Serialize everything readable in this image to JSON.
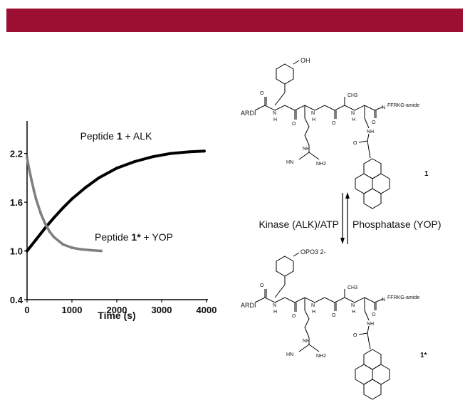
{
  "header_bar_color": "#9b0f33",
  "chart_data": {
    "type": "line",
    "xlabel": "Time (s)",
    "ylabel": "",
    "xlim": [
      0,
      4000
    ],
    "ylim": [
      0.4,
      2.6
    ],
    "x_ticks": [
      0,
      1000,
      2000,
      3000,
      4000
    ],
    "x_tick_labels": [
      "0",
      "1000",
      "2000",
      "3000",
      "4000"
    ],
    "y_ticks": [
      0.4,
      1.0,
      1.6,
      2.2
    ],
    "y_tick_labels": [
      "0.4",
      "1.0",
      "1.6",
      "2.2"
    ],
    "series": [
      {
        "name": "Peptide 1 + ALK",
        "name_prefix": "Peptide ",
        "name_compound": "1",
        "name_suffix": " + ALK",
        "color": "#000000",
        "x": [
          0,
          100,
          200,
          300,
          400,
          600,
          800,
          1000,
          1300,
          1600,
          2000,
          2400,
          2800,
          3200,
          3600,
          3950
        ],
        "y": [
          1.0,
          1.07,
          1.14,
          1.21,
          1.28,
          1.41,
          1.53,
          1.64,
          1.78,
          1.9,
          2.02,
          2.1,
          2.16,
          2.2,
          2.22,
          2.23
        ]
      },
      {
        "name": "Peptide 1* + YOP",
        "name_prefix": "Peptide ",
        "name_compound": "1*",
        "name_suffix": " + YOP",
        "color": "#7f7f7f",
        "x": [
          0,
          50,
          100,
          150,
          200,
          300,
          400,
          500,
          600,
          800,
          1000,
          1200,
          1400,
          1650
        ],
        "y": [
          2.15,
          2.0,
          1.87,
          1.75,
          1.64,
          1.47,
          1.34,
          1.24,
          1.17,
          1.08,
          1.04,
          1.02,
          1.01,
          1.0
        ]
      }
    ]
  },
  "scheme": {
    "top_compound": {
      "label": "1",
      "n_term": "ARDI",
      "c_term": "FFRKG-amide",
      "phenol_group": "OH",
      "methyl": "CH3",
      "amide_nh": "H",
      "nh_label": "NH",
      "guanidine_nh": "HN",
      "guanidine_nh2": "NH2",
      "n_label": "N",
      "o_label": "O"
    },
    "bottom_compound": {
      "label": "1*",
      "n_term": "ARDI",
      "c_term": "FFRKG-amide",
      "phosphate_group": "OPO3 2-",
      "methyl": "CH3",
      "amide_nh": "H",
      "nh_label": "NH",
      "guanidine_nh": "HN",
      "guanidine_nh2": "NH2",
      "n_label": "N",
      "o_label": "O"
    },
    "forward_reaction": "Kinase (ALK)/ATP",
    "reverse_reaction": "Phosphatase (YOP)"
  }
}
